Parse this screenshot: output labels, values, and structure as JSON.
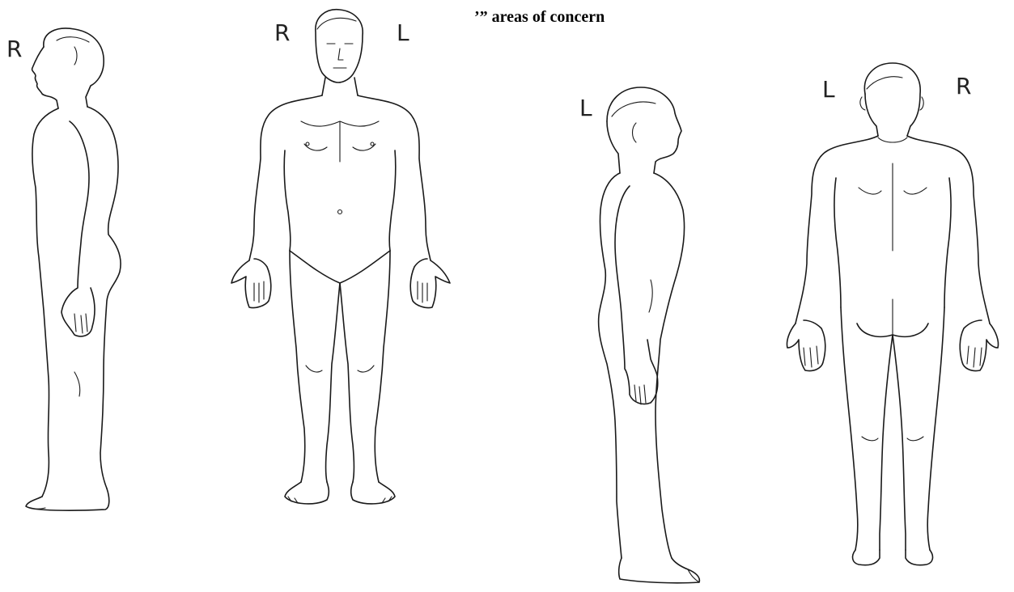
{
  "heading": "’” areas of concern",
  "figures": [
    {
      "view": "right-side",
      "label_left": "R"
    },
    {
      "view": "front",
      "label_left": "R",
      "label_right": "L"
    },
    {
      "view": "left-side",
      "label_left": "L"
    },
    {
      "view": "back",
      "label_left": "L",
      "label_right": "R"
    }
  ]
}
